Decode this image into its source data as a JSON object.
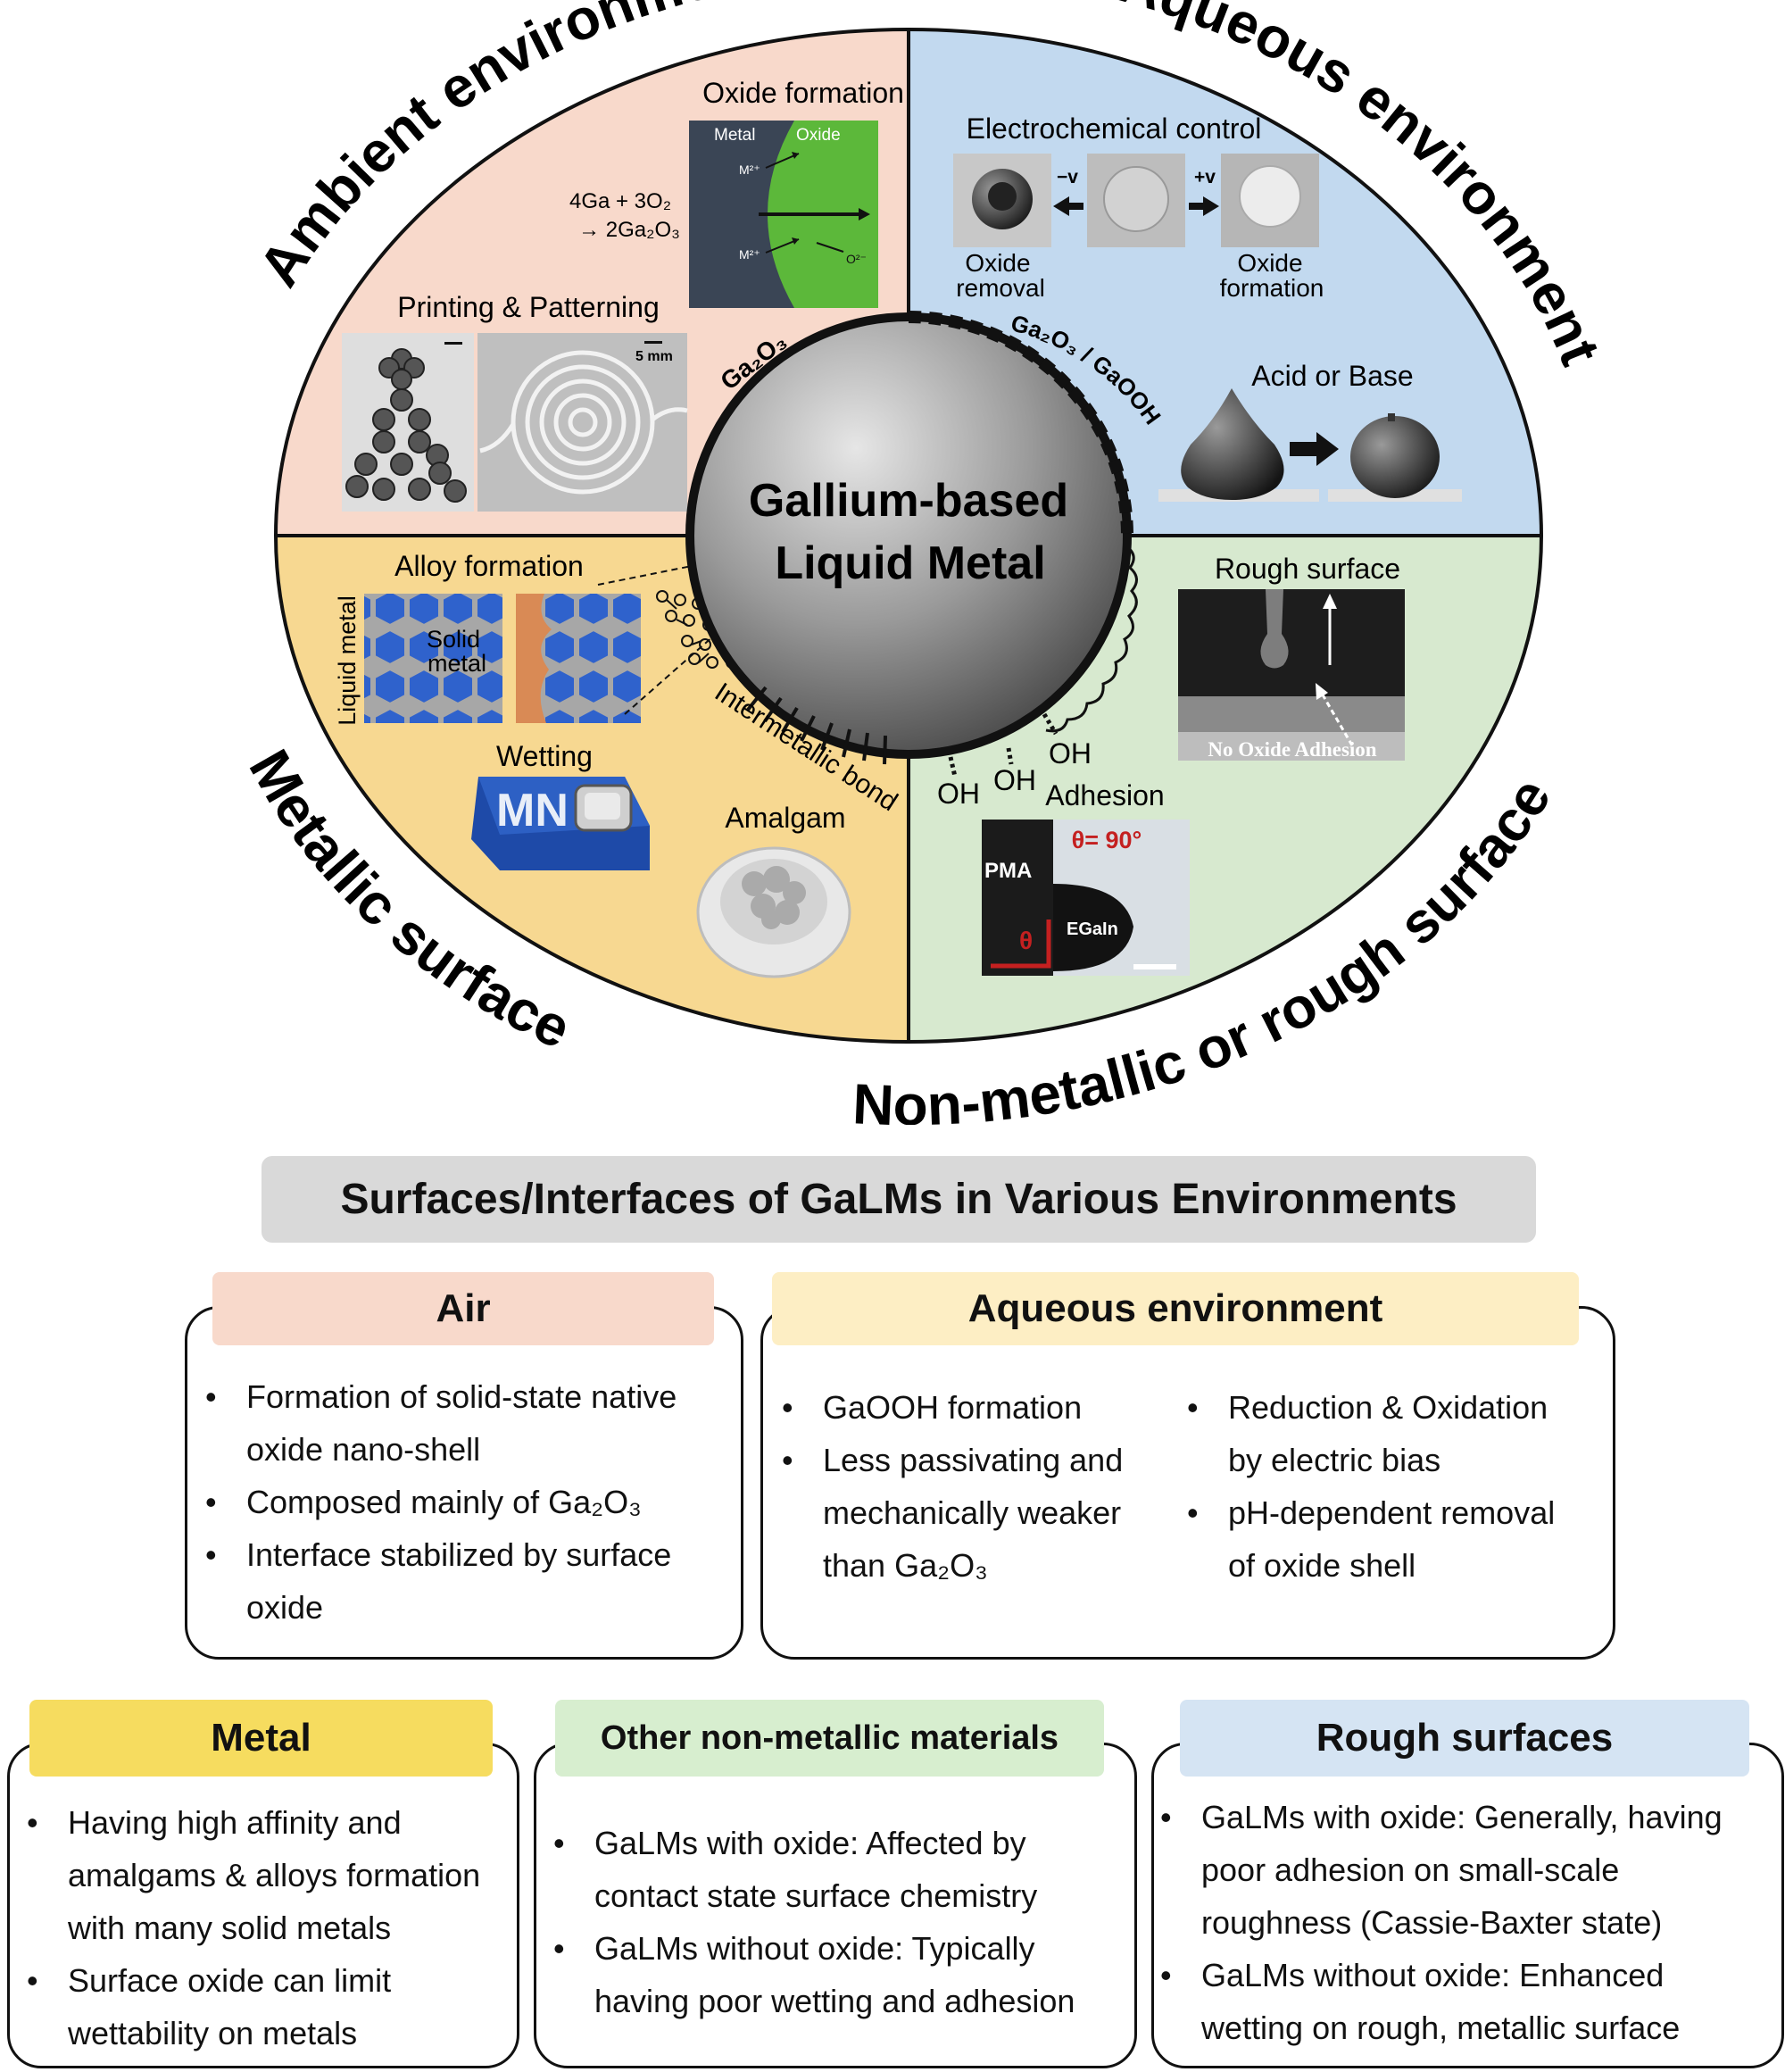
{
  "quadrants": {
    "ambient": {
      "title": "Ambient environment",
      "oxide_formation": "Oxide formation",
      "metal": "Metal",
      "oxide": "Oxide",
      "ion_m": "M²⁺",
      "ion_o": "O²⁻",
      "reaction_1": "4Ga + 3O₂",
      "reaction_2": "→ 2Ga₂O₃",
      "printing": "Printing & Patterning",
      "scale": "5 mm"
    },
    "aqueous": {
      "title": "Aqueous environment",
      "electrochemical": "Electrochemical control",
      "neg_v": "−v",
      "pos_v": "+v",
      "oxide_removal_1": "Oxide",
      "oxide_removal_2": "removal",
      "oxide_formation_1": "Oxide",
      "oxide_formation_2": "formation",
      "acid_base": "Acid or Base"
    },
    "metallic": {
      "title": "Metallic surface",
      "alloy": "Alloy formation",
      "liquid_metal": "Liquid metal",
      "solid_metal_1": "Solid",
      "solid_metal_2": "metal",
      "wetting": "Wetting",
      "mn": "MN",
      "amalgam": "Amalgam",
      "intermetallic": "Intermetallic bond"
    },
    "nonmetallic": {
      "title": "Non-metallic or rough surface",
      "rough": "Rough surface",
      "no_oxide_adhesion": "No Oxide Adhesion",
      "adhesion": "Adhesion",
      "oh": "OH",
      "pma": "PMA",
      "theta_eq": "θ= 90°",
      "theta": "θ",
      "egain": "EGaIn"
    }
  },
  "center": {
    "line1": "Gallium-based",
    "line2": "Liquid Metal",
    "ga2o3": "Ga₂O₃",
    "ga2o3_gaooh": "Ga₂O₃ / GaOOH"
  },
  "summary": {
    "heading": "Surfaces/Interfaces of GaLMs in Various Environments",
    "air": {
      "title": "Air",
      "items": [
        [
          "Formation of solid-state native",
          "oxide nano-shell"
        ],
        [
          "Composed mainly of Ga₂O₃"
        ],
        [
          "Interface stabilized by surface",
          "oxide"
        ]
      ]
    },
    "aqueous": {
      "title": "Aqueous environment",
      "left_items": [
        [
          "GaOOH formation"
        ],
        [
          "Less passivating and",
          "mechanically weaker",
          "than Ga₂O₃"
        ]
      ],
      "right_items": [
        [
          "Reduction & Oxidation",
          "by electric bias"
        ],
        [
          "pH-dependent removal",
          "of oxide shell"
        ]
      ]
    },
    "metal": {
      "title": "Metal",
      "items": [
        [
          "Having high affinity and",
          "amalgams & alloys formation",
          "with many solid metals"
        ],
        [
          "Surface oxide can limit",
          "wettability on metals"
        ]
      ]
    },
    "nonmetal": {
      "title": "Other non-metallic materials",
      "items": [
        [
          "GaLMs with oxide: Affected by",
          "contact state surface chemistry"
        ],
        [
          "GaLMs without oxide: Typically",
          "having poor wetting and adhesion"
        ]
      ]
    },
    "rough": {
      "title": "Rough surfaces",
      "items": [
        [
          "GaLMs with oxide: Generally, having",
          "poor adhesion on small-scale",
          "roughness (Cassie-Baxter state)"
        ],
        [
          "GaLMs without oxide: Enhanced",
          "wetting on rough, metallic surface"
        ]
      ]
    }
  },
  "colors": {
    "ambient": "#f8d9cb",
    "aqueous": "#c2d9ef",
    "metallic": "#f7d891",
    "nonmetallic": "#d7e9cf",
    "air_tab": "#f8d9cb",
    "aqueous_tab": "#fdeec4",
    "metal_tab": "#f6dc5f",
    "nonmetal_tab": "#d7eecf",
    "rough_tab": "#d5e4f3"
  }
}
